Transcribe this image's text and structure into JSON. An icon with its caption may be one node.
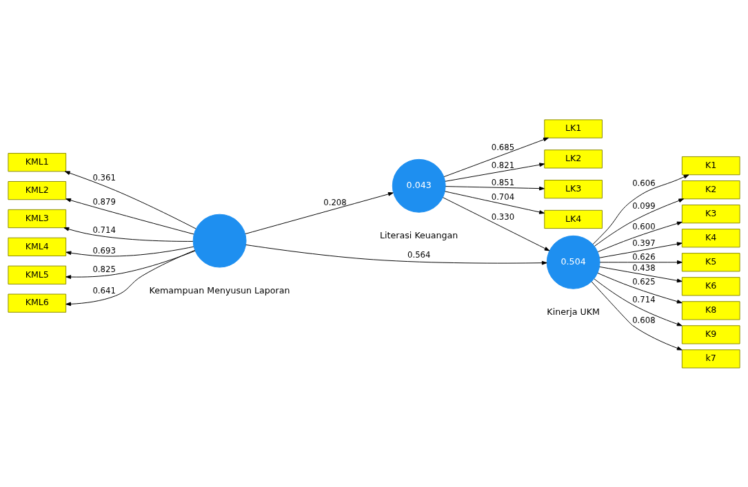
{
  "diagram": {
    "nodes": [
      {
        "text": [
          "LK1"
        ]
      },
      {
        "text": [
          "LK2"
        ]
      },
      {
        "text": [
          "LK3"
        ]
      },
      {
        "text": [
          "LK4"
        ]
      },
      {
        "text": [
          "0.043"
        ],
        "beside": [
          "Literasi Keuangan"
        ]
      },
      {
        "text": [
          "KML1"
        ]
      },
      {
        "text": [
          "KML2"
        ]
      },
      {
        "text": [
          "KML3"
        ]
      },
      {
        "text": [
          "KML4"
        ]
      },
      {
        "text": [
          "KML5"
        ]
      },
      {
        "text": [
          "KML6"
        ]
      },
      {
        "text": [],
        "shape": "circle",
        "beside": [
          "Kemampuan Menyusun Laporan"
        ]
      },
      {
        "text": [
          "K1"
        ]
      },
      {
        "text": [
          "K2"
        ]
      },
      {
        "text": [
          "K3"
        ]
      },
      {
        "text": [
          "K4"
        ]
      },
      {
        "text": [
          "K5"
        ]
      },
      {
        "text": [
          "K6"
        ]
      },
      {
        "text": [
          "K8"
        ]
      },
      {
        "text": [
          "K9"
        ]
      },
      {
        "text": [
          "k7"
        ]
      },
      {
        "text": [
          "0.504"
        ],
        "beside": [
          "Kinerja UKM"
        ]
      }
    ],
    "edges": [
      {
        "from": 4,
        "to": 0,
        "arrow": "to",
        "label": "0.685"
      },
      {
        "from": 4,
        "to": 1,
        "arrow": "to",
        "label": "0.821"
      },
      {
        "from": 4,
        "to": 2,
        "arrow": "to",
        "label": "0.851"
      },
      {
        "from": 4,
        "to": 3,
        "arrow": "to",
        "label": "0.704"
      },
      {
        "from": 11,
        "to": 4,
        "arrow": "to",
        "label": "0.208"
      },
      {
        "from": 4,
        "to": 21,
        "arrow": "to",
        "label": "0.330"
      },
      {
        "from": 11,
        "to": 5,
        "arrow": "to",
        "label": "0.361"
      },
      {
        "from": 11,
        "to": 6,
        "arrow": "to",
        "label": "0.879"
      },
      {
        "from": 11,
        "to": 7,
        "arrow": "to",
        "label": "0.714"
      },
      {
        "from": 11,
        "to": 8,
        "arrow": "to",
        "label": "0.693"
      },
      {
        "from": 11,
        "to": 9,
        "arrow": "to",
        "label": "0.825"
      },
      {
        "from": 11,
        "to": 10,
        "arrow": "to",
        "label": "0.641"
      },
      {
        "from": 11,
        "to": 21,
        "arrow": "to",
        "label": "0.564"
      },
      {
        "from": 21,
        "to": 12,
        "arrow": "to",
        "label": "0.606"
      },
      {
        "from": 21,
        "to": 13,
        "arrow": "to",
        "label": "0.099"
      },
      {
        "from": 21,
        "to": 14,
        "arrow": "to",
        "label": "0.600"
      },
      {
        "from": 21,
        "to": 15,
        "arrow": "to",
        "label": "0.397"
      },
      {
        "from": 21,
        "to": 16,
        "arrow": "to",
        "label": "0.626"
      },
      {
        "from": 21,
        "to": 17,
        "arrow": "to",
        "label": "0.438"
      },
      {
        "from": 21,
        "to": 18,
        "arrow": "to",
        "label": "0.625"
      },
      {
        "from": 21,
        "to": 19,
        "arrow": "to",
        "label": "0.714"
      },
      {
        "from": 21,
        "to": 20,
        "arrow": "to",
        "label": "0.608"
      }
    ]
  }
}
